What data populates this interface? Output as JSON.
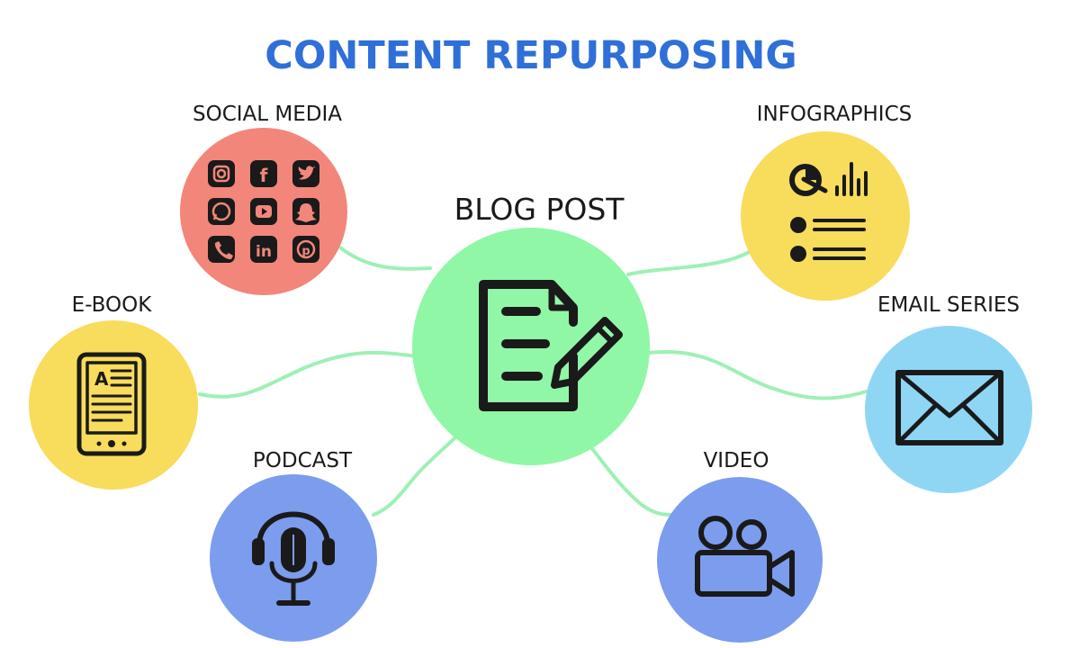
{
  "title": "CONTENT REPURPOSING",
  "center": {
    "label": "BLOG POST",
    "color": "#90f7a6",
    "icon": "document-pencil-icon"
  },
  "nodes": {
    "social_media": {
      "label": "SOCIAL MEDIA",
      "color": "#f2867a",
      "icon": "social-media-grid-icon",
      "apps": [
        "instagram",
        "facebook",
        "twitter",
        "whatsapp",
        "youtube",
        "snapchat",
        "viber",
        "linkedin",
        "pinterest"
      ]
    },
    "infographics": {
      "label": "INFOGRAPHICS",
      "color": "#f8dc5c",
      "icon": "chart-list-icon"
    },
    "ebook": {
      "label": "E-BOOK",
      "color": "#f8dc5c",
      "icon": "ereader-icon"
    },
    "email_series": {
      "label": "EMAIL SERIES",
      "color": "#8fd6f5",
      "icon": "envelope-icon"
    },
    "podcast": {
      "label": "PODCAST",
      "color": "#7c9cee",
      "icon": "headset-microphone-icon"
    },
    "video": {
      "label": "VIDEO",
      "color": "#7c9cee",
      "icon": "video-camera-icon"
    }
  },
  "connector_color": "#9ef0b4",
  "title_color": "#2f6fd8"
}
